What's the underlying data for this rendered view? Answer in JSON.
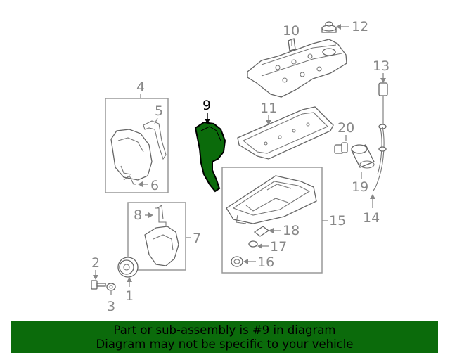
{
  "callouts": {
    "c1": "1",
    "c2": "2",
    "c3": "3",
    "c4": "4",
    "c5": "5",
    "c6": "6",
    "c7": "7",
    "c8": "8",
    "c9": "9",
    "c10": "10",
    "c11": "11",
    "c12": "12",
    "c13": "13",
    "c14": "14",
    "c15": "15",
    "c16": "16",
    "c17": "17",
    "c18": "18",
    "c19": "19",
    "c20": "20"
  },
  "highlighted_part": "9",
  "colors": {
    "highlight_fill": "#0b6b0b",
    "banner_bg": "#0b6b0b",
    "line_gray": "#888888"
  },
  "banner": {
    "line1": "Part or sub-assembly is #9 in diagram",
    "line2": "Diagram may not be specific to your vehicle"
  }
}
